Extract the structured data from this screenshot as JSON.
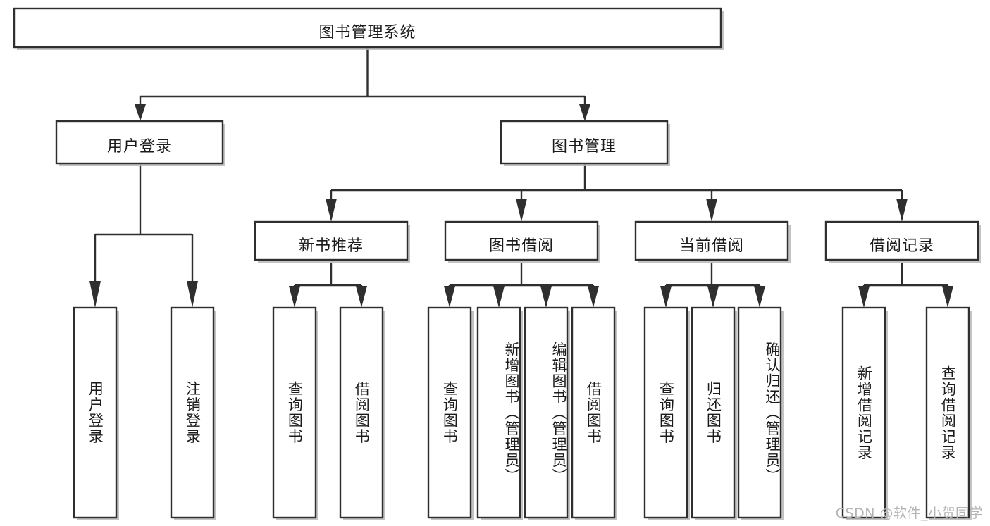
{
  "diagram": {
    "type": "tree-hierarchy-chart",
    "title": "图书管理系统",
    "colors": {
      "box_stroke": "#2f2f2f",
      "box_fill": "#ffffff",
      "line": "#2f2f2f",
      "text": "#1b1b1b",
      "watermark": "#b4b4b4",
      "background": "#ffffff"
    },
    "levels": {
      "root": "图书管理系统",
      "level2": [
        "用户登录",
        "图书管理"
      ],
      "level3": [
        "新书推荐",
        "图书借阅",
        "当前借阅",
        "借阅记录"
      ]
    },
    "nodes": {
      "root": {
        "label": "图书管理系统"
      },
      "user_login": {
        "label": "用户登录"
      },
      "book_manage": {
        "label": "图书管理"
      },
      "new_book_rec": {
        "label": "新书推荐"
      },
      "book_borrow": {
        "label": "图书借阅"
      },
      "current_borrow": {
        "label": "当前借阅"
      },
      "borrow_record": {
        "label": "借阅记录"
      },
      "leaf_user_login": {
        "label": "用户登录"
      },
      "leaf_user_logout": {
        "label": "注销登录"
      },
      "leaf_nb_query": {
        "label": "查询图书"
      },
      "leaf_nb_borrow": {
        "label": "借阅图书"
      },
      "leaf_bb_query": {
        "label": "查询图书"
      },
      "leaf_bb_add": {
        "label": "新增图书（管理员）"
      },
      "leaf_bb_edit": {
        "label": "编辑图书（管理员）"
      },
      "leaf_bb_borrow": {
        "label": "借阅图书"
      },
      "leaf_cb_query": {
        "label": "查询图书"
      },
      "leaf_cb_return": {
        "label": "归还图书"
      },
      "leaf_cb_confirm": {
        "label": "确认归还（管理员）"
      },
      "leaf_br_add": {
        "label": "新增借阅记录"
      },
      "leaf_br_query": {
        "label": "查询借阅记录"
      }
    },
    "edges": [
      {
        "from": "root",
        "to": "user_login"
      },
      {
        "from": "root",
        "to": "book_manage"
      },
      {
        "from": "user_login",
        "to": "leaf_user_login"
      },
      {
        "from": "user_login",
        "to": "leaf_user_logout"
      },
      {
        "from": "book_manage",
        "to": "new_book_rec"
      },
      {
        "from": "book_manage",
        "to": "book_borrow"
      },
      {
        "from": "book_manage",
        "to": "current_borrow"
      },
      {
        "from": "book_manage",
        "to": "borrow_record"
      },
      {
        "from": "new_book_rec",
        "to": "leaf_nb_query"
      },
      {
        "from": "new_book_rec",
        "to": "leaf_nb_borrow"
      },
      {
        "from": "book_borrow",
        "to": "leaf_bb_query"
      },
      {
        "from": "book_borrow",
        "to": "leaf_bb_add"
      },
      {
        "from": "book_borrow",
        "to": "leaf_bb_edit"
      },
      {
        "from": "book_borrow",
        "to": "leaf_bb_borrow"
      },
      {
        "from": "current_borrow",
        "to": "leaf_cb_query"
      },
      {
        "from": "current_borrow",
        "to": "leaf_cb_return"
      },
      {
        "from": "current_borrow",
        "to": "leaf_cb_confirm"
      },
      {
        "from": "borrow_record",
        "to": "leaf_br_add"
      },
      {
        "from": "borrow_record",
        "to": "leaf_br_query"
      }
    ]
  },
  "watermark": {
    "text": "CSDN @软件_小贺同学"
  }
}
